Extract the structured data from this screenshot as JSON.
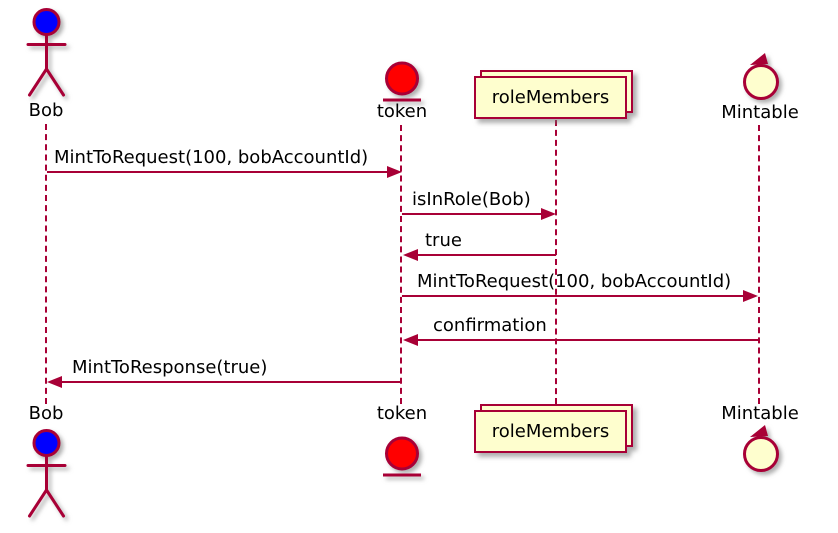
{
  "diagram_type": "uml-sequence-diagram",
  "colors": {
    "stroke": "#A80036",
    "actor_head_fill": "#0000FF",
    "entity_fill": "#FF0000",
    "participant_box_fill": "#FEFECE",
    "text": "#000000",
    "background": "#FFFFFF"
  },
  "participants": [
    {
      "name": "Bob",
      "type": "actor"
    },
    {
      "name": "token",
      "type": "entity"
    },
    {
      "name": "roleMembers",
      "type": "collections"
    },
    {
      "name": "Mintable",
      "type": "control"
    }
  ],
  "messages": [
    {
      "from": "Bob",
      "to": "token",
      "label": "MintToRequest(100, bobAccountId)"
    },
    {
      "from": "token",
      "to": "roleMembers",
      "label": "isInRole(Bob)"
    },
    {
      "from": "roleMembers",
      "to": "token",
      "label": "true"
    },
    {
      "from": "token",
      "to": "Mintable",
      "label": "MintToRequest(100, bobAccountId)"
    },
    {
      "from": "Mintable",
      "to": "token",
      "label": "confirmation"
    },
    {
      "from": "token",
      "to": "Bob",
      "label": "MintToResponse(true)"
    }
  ]
}
